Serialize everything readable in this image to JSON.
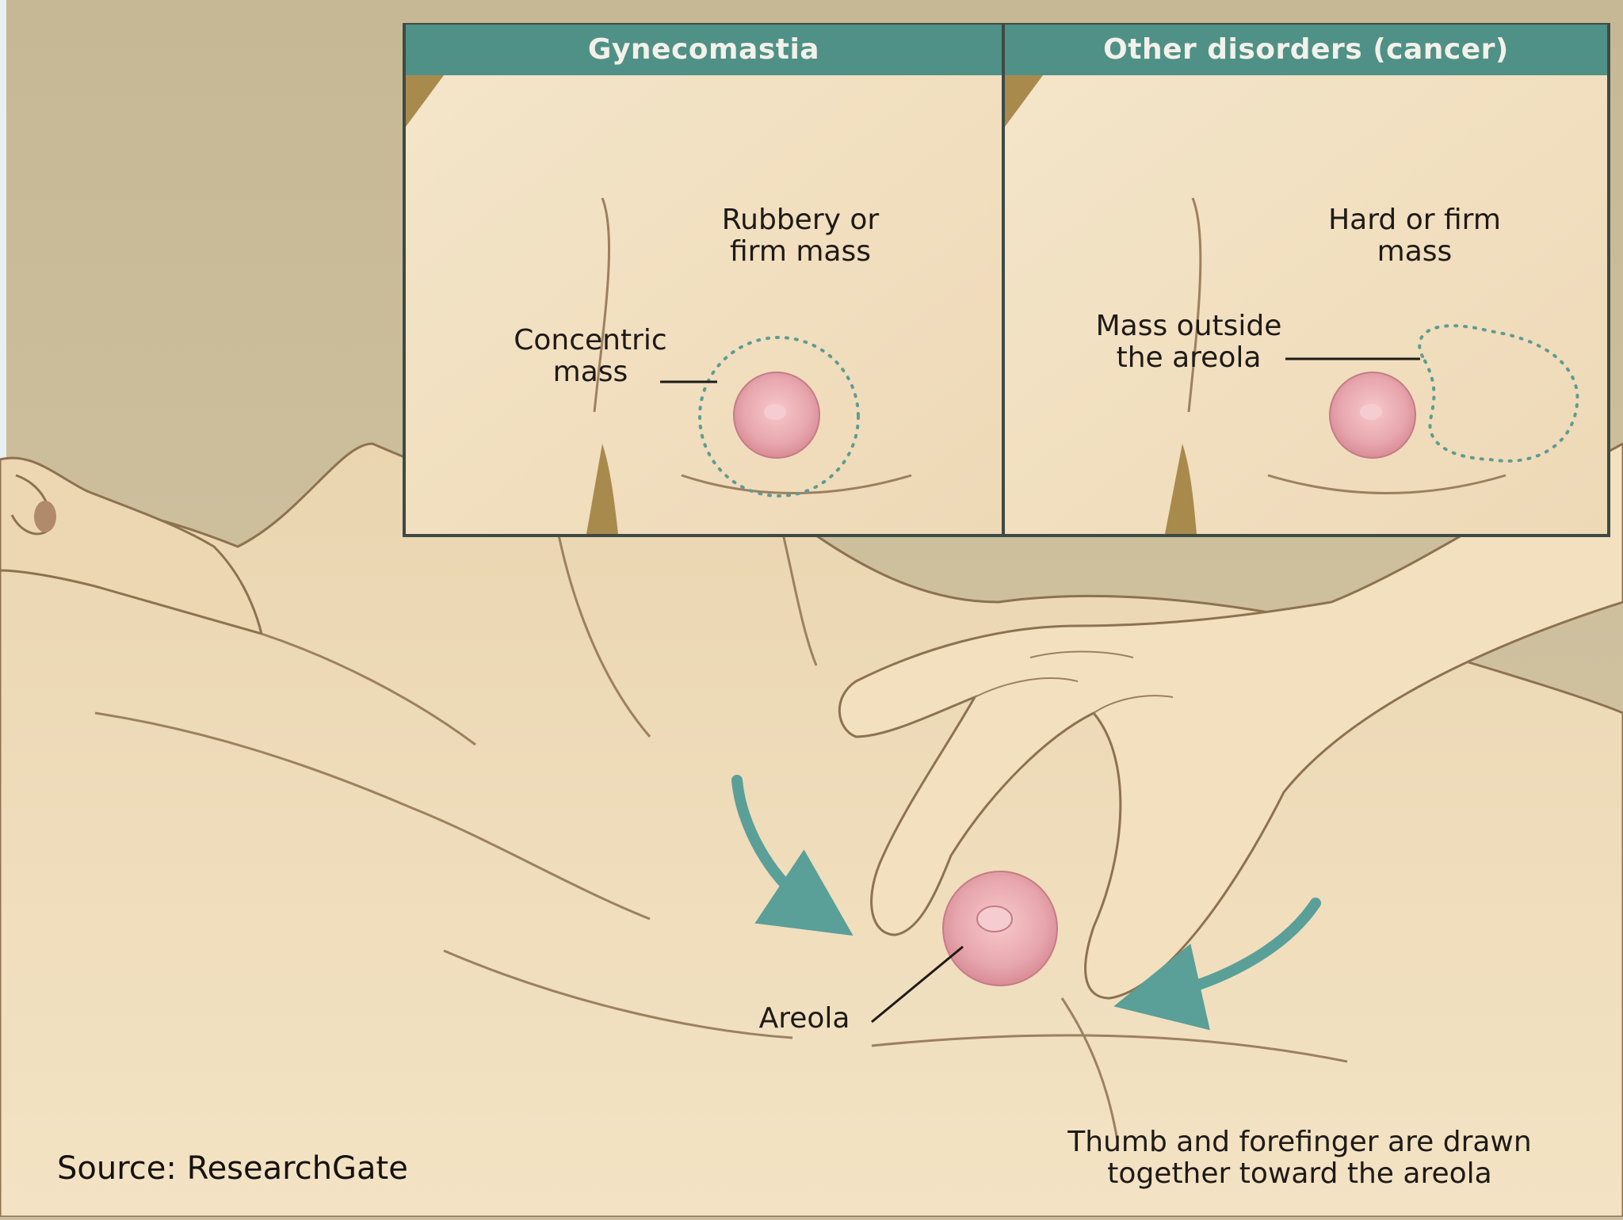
{
  "panels": {
    "left": {
      "header": "Gynecomastia",
      "label_top": [
        "Rubbery or",
        "firm mass"
      ],
      "label_mid": [
        "Concentric",
        "mass"
      ]
    },
    "right": {
      "header": "Other disorders (cancer)",
      "label_top": [
        "Hard or firm",
        "mass"
      ],
      "label_mid": [
        "Mass outside",
        "the areola"
      ]
    }
  },
  "main": {
    "areola_label": "Areola",
    "caption": [
      "Thumb and forefinger are drawn",
      "together toward the areola"
    ]
  },
  "source": "Source: ResearchGate",
  "colors": {
    "header_teal": "#4f9186",
    "arrow_teal": "#5a9f98",
    "skin": "#efdcb9",
    "background": "#c9bc9c",
    "areola": "#e7a6ad",
    "dotted_outline": "#5e9c92"
  }
}
